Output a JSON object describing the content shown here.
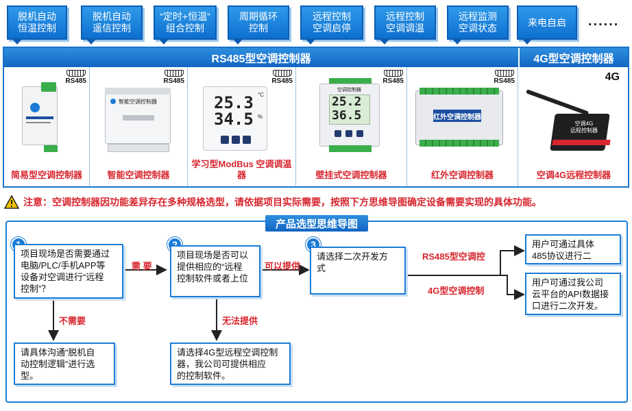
{
  "tags": [
    "脱机自动\n恒温控制",
    "脱机自动\n遥信控制",
    "“定时+恒温”\n组合控制",
    "周期循环\n控制",
    "远程控制\n空调启停",
    "远程控制\n空调调温",
    "远程监测\n空调状态",
    "来电自启"
  ],
  "tags_more": "......",
  "table": {
    "rs485_header": "RS485型空调控制器",
    "g4_header": "4G型空调控制器",
    "rs485_badge": "RS485",
    "g4_badge": "4G",
    "products": [
      "简易型空调控制器",
      "智能空调控制器",
      "学习型ModBus\n空调调温器",
      "壁挂式空调控制器",
      "红外空调控制器",
      "空调4G远程控制器"
    ],
    "device_text": {
      "p2_label": "智能空调控制器",
      "p3_temp": "25.3",
      "p3_unit": "°C",
      "p3_hum": "34.5",
      "p3_hum_unit": "%",
      "p4_label": "空调控制器",
      "p4_temp": "25.2",
      "p4_hum": "36.5",
      "p5_label": "红外空调控制器",
      "p6_label": "空调4G\n远程控制器"
    }
  },
  "notice": "注意：空调控制器因功能差异存在多种规格选型，请依据项目实际需要，按照下方思维导图确定设备需要实现的具体功能。",
  "mindmap": {
    "title": "产品选型思维导图",
    "step1": {
      "num": "1",
      "text": "项目现场是否需要通过\n电脑/PLC/手机APP等\n设备对空调进行“远程\n控制”？"
    },
    "step2": {
      "num": "2",
      "text": "项目现场是否可以\n提供相应的“远程\n控制软件或者上位"
    },
    "step3": {
      "num": "3",
      "text": "请选择二次开发方\n式"
    },
    "no_need_box": "请具体沟通“脱机自\n动控制逻辑”进行选\n型。",
    "cannot_box": "请选择4G型远程空调控制\n器，我公司可提供相应\n的控制软件。",
    "rs485_result": "用户可通过具体\n485协议进行二",
    "g4_result": "用户可通过我公司\n云平台的API数据接\n口进行二次开发。",
    "labels": {
      "need": "需 要",
      "no_need": "不需要",
      "can_provide": "可以提供",
      "cannot_provide": "无法提供",
      "rs485_branch": "RS485型空调控",
      "g4_branch": "4G型空调控制"
    }
  },
  "colors": {
    "primary": "#1b7bd6",
    "accent_red": "#d7262e"
  }
}
